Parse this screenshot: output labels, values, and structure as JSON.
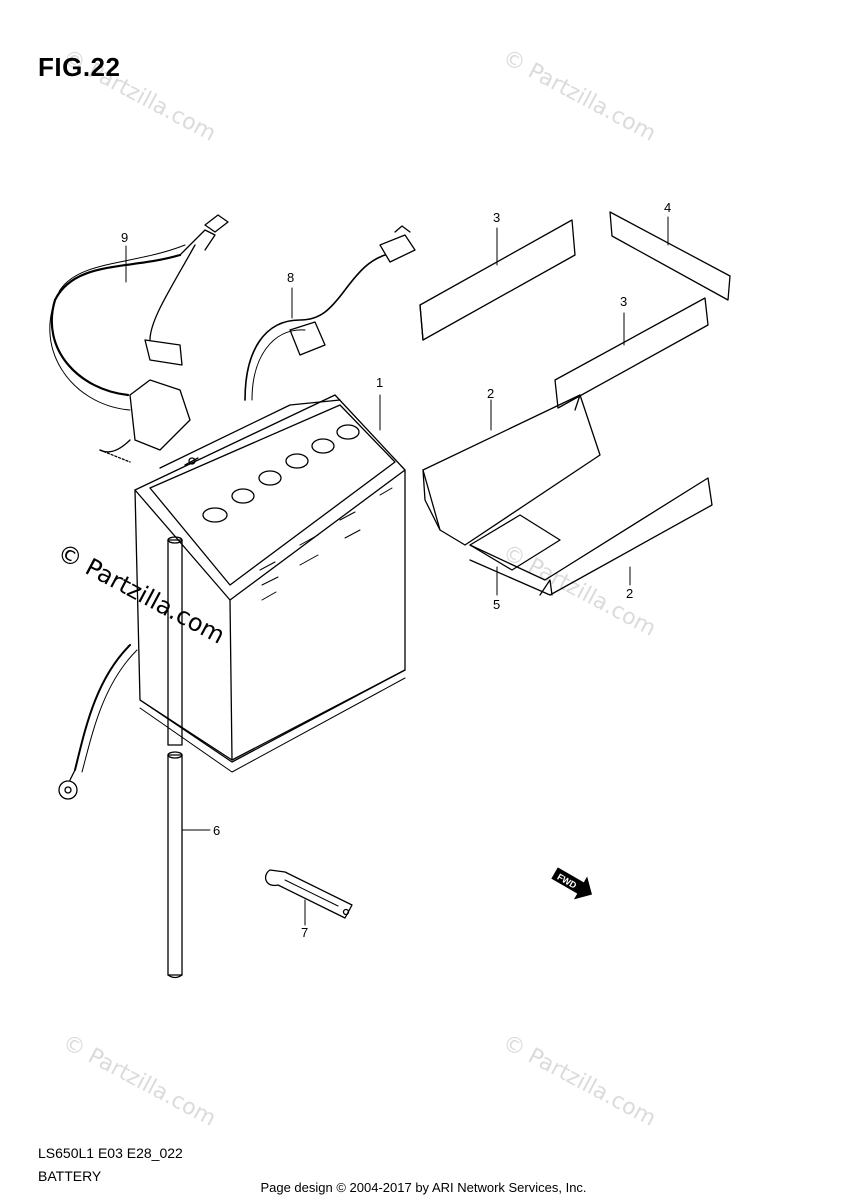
{
  "figure": {
    "title": "FIG.22",
    "model_code": "LS650L1 E03 E28_022",
    "section_name": "BATTERY"
  },
  "callouts": [
    "1",
    "2",
    "2",
    "3",
    "3",
    "4",
    "5",
    "6",
    "7",
    "8",
    "9"
  ],
  "fwd_label": "FWD",
  "watermarks": {
    "text": "© Partzilla.com",
    "prominent": "© Partzilla.com"
  },
  "footer": "Page design © 2004-2017 by ARI Network Services, Inc."
}
